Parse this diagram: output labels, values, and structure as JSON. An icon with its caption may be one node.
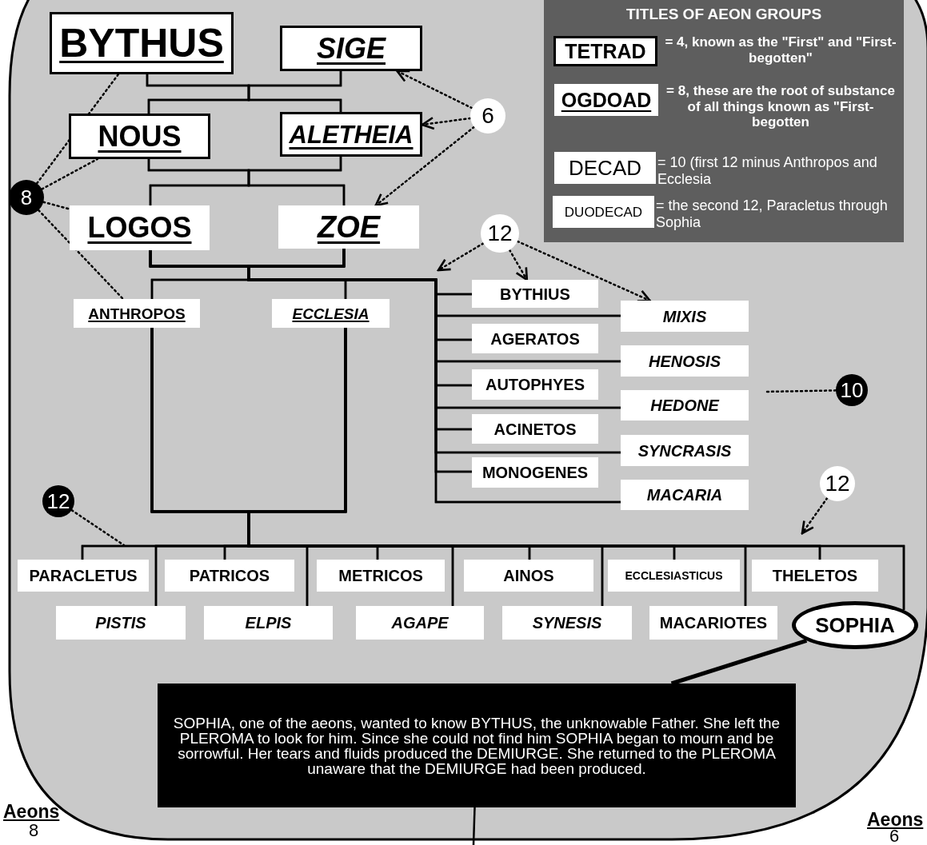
{
  "diagram": {
    "nodes": [
      {
        "text": [
          "BYTHUS"
        ]
      },
      {
        "text": [
          "SIGE"
        ]
      },
      {
        "text": [
          "NOUS"
        ]
      },
      {
        "text": [
          "ALETHEIA"
        ]
      },
      {
        "text": [
          "LOGOS"
        ]
      },
      {
        "text": [
          "ZOE"
        ]
      },
      {
        "text": [
          "ANTHROPOS"
        ]
      },
      {
        "text": [
          "ECCLESIA"
        ]
      },
      {
        "text": [
          "BYTHIUS"
        ]
      },
      {
        "text": [
          "MIXIS"
        ]
      },
      {
        "text": [
          "AGERATOS"
        ]
      },
      {
        "text": [
          "HENOSIS"
        ]
      },
      {
        "text": [
          "AUTOPHYES"
        ]
      },
      {
        "text": [
          "HEDONE"
        ]
      },
      {
        "text": [
          "ACINETOS"
        ]
      },
      {
        "text": [
          "SYNCRASIS"
        ]
      },
      {
        "text": [
          "MONOGENES"
        ]
      },
      {
        "text": [
          "MACARIA"
        ]
      },
      {
        "text": [
          "PARACLETUS"
        ]
      },
      {
        "text": [
          "PISTIS"
        ]
      },
      {
        "text": [
          "PATRICOS"
        ]
      },
      {
        "text": [
          "ELPIS"
        ]
      },
      {
        "text": [
          "METRICOS"
        ]
      },
      {
        "text": [
          "AGAPE"
        ]
      },
      {
        "text": [
          "AINOS"
        ]
      },
      {
        "text": [
          "SYNESIS"
        ]
      },
      {
        "text": [
          "ECCLESIASTICUS"
        ]
      },
      {
        "text": [
          "MACARIOTES"
        ]
      },
      {
        "text": [
          "THELETOS"
        ]
      },
      {
        "text": [
          "SOPHIA"
        ]
      },
      {
        "text": [
          "SOPHIA, one of the aeons, wanted to know BYTHUS, the unknowable Father. She left the PLEROMA to look for him. Since she could not find him SOPHIA began to mourn and be sorrowful. Her tears and fluids produced the DEMIURGE. She returned to the PLEROMA unaware that the DEMIURGE had been produced."
        ]
      },
      {
        "text": [
          "TITLES OF AEON GROUPS"
        ]
      },
      {
        "text": [
          "TETRAD"
        ],
        "in": 31,
        "beside": [
          "= 4, known as the \"First\" and \"First-begotten\""
        ]
      },
      {
        "text": [
          "OGDOAD"
        ],
        "in": 31,
        "beside": [
          "= 8, these are the root of substance of all things known as \"First-begotten"
        ]
      },
      {
        "text": [
          "DECAD"
        ],
        "in": 31,
        "beside": [
          "= 10 (first 12 minus Anthropos and Ecclesia"
        ]
      },
      {
        "text": [
          "DUODECAD"
        ],
        "in": 31,
        "beside": [
          "= the second 12, Paracletus through Sophia"
        ]
      },
      {
        "text": [
          "8"
        ]
      },
      {
        "text": [
          "6"
        ]
      },
      {
        "text": [
          "12"
        ]
      },
      {
        "text": [
          "10"
        ]
      },
      {
        "text": [
          "12"
        ]
      },
      {
        "text": [
          "12"
        ]
      }
    ],
    "edges": [
      {
        "from": 0,
        "to": 2,
        "arrow": "none"
      },
      {
        "from": 0,
        "to": 3,
        "arrow": "none"
      },
      {
        "from": 1,
        "to": 2,
        "arrow": "none"
      },
      {
        "from": 1,
        "to": 3,
        "arrow": "none"
      },
      {
        "from": 2,
        "to": 4,
        "arrow": "none"
      },
      {
        "from": 2,
        "to": 5,
        "arrow": "none"
      },
      {
        "from": 3,
        "to": 4,
        "arrow": "none"
      },
      {
        "from": 3,
        "to": 5,
        "arrow": "none"
      },
      {
        "from": 4,
        "to": 6,
        "arrow": "none"
      },
      {
        "from": 4,
        "to": 7,
        "arrow": "none"
      },
      {
        "from": 4,
        "to": 8,
        "arrow": "none"
      },
      {
        "from": 4,
        "to": 9,
        "arrow": "none"
      },
      {
        "from": 4,
        "to": 10,
        "arrow": "none"
      },
      {
        "from": 4,
        "to": 11,
        "arrow": "none"
      },
      {
        "from": 4,
        "to": 12,
        "arrow": "none"
      },
      {
        "from": 4,
        "to": 13,
        "arrow": "none"
      },
      {
        "from": 4,
        "to": 14,
        "arrow": "none"
      },
      {
        "from": 4,
        "to": 15,
        "arrow": "none"
      },
      {
        "from": 4,
        "to": 16,
        "arrow": "none"
      },
      {
        "from": 4,
        "to": 17,
        "arrow": "none"
      },
      {
        "from": 5,
        "to": 6,
        "arrow": "none"
      },
      {
        "from": 5,
        "to": 7,
        "arrow": "none"
      },
      {
        "from": 5,
        "to": 8,
        "arrow": "none"
      },
      {
        "from": 5,
        "to": 9,
        "arrow": "none"
      },
      {
        "from": 5,
        "to": 10,
        "arrow": "none"
      },
      {
        "from": 5,
        "to": 11,
        "arrow": "none"
      },
      {
        "from": 5,
        "to": 12,
        "arrow": "none"
      },
      {
        "from": 5,
        "to": 13,
        "arrow": "none"
      },
      {
        "from": 5,
        "to": 14,
        "arrow": "none"
      },
      {
        "from": 5,
        "to": 15,
        "arrow": "none"
      },
      {
        "from": 5,
        "to": 16,
        "arrow": "none"
      },
      {
        "from": 5,
        "to": 17,
        "arrow": "none"
      },
      {
        "from": 6,
        "to": 18,
        "arrow": "none"
      },
      {
        "from": 6,
        "to": 19,
        "arrow": "none"
      },
      {
        "from": 6,
        "to": 20,
        "arrow": "none"
      },
      {
        "from": 6,
        "to": 21,
        "arrow": "none"
      },
      {
        "from": 6,
        "to": 22,
        "arrow": "none"
      },
      {
        "from": 6,
        "to": 23,
        "arrow": "none"
      },
      {
        "from": 6,
        "to": 24,
        "arrow": "none"
      },
      {
        "from": 6,
        "to": 25,
        "arrow": "none"
      },
      {
        "from": 6,
        "to": 26,
        "arrow": "none"
      },
      {
        "from": 6,
        "to": 27,
        "arrow": "none"
      },
      {
        "from": 6,
        "to": 28,
        "arrow": "none"
      },
      {
        "from": 6,
        "to": 29,
        "arrow": "none"
      },
      {
        "from": 7,
        "to": 18,
        "arrow": "none"
      },
      {
        "from": 7,
        "to": 19,
        "arrow": "none"
      },
      {
        "from": 7,
        "to": 20,
        "arrow": "none"
      },
      {
        "from": 7,
        "to": 21,
        "arrow": "none"
      },
      {
        "from": 7,
        "to": 22,
        "arrow": "none"
      },
      {
        "from": 7,
        "to": 23,
        "arrow": "none"
      },
      {
        "from": 7,
        "to": 24,
        "arrow": "none"
      },
      {
        "from": 7,
        "to": 25,
        "arrow": "none"
      },
      {
        "from": 7,
        "to": 26,
        "arrow": "none"
      },
      {
        "from": 7,
        "to": 27,
        "arrow": "none"
      },
      {
        "from": 7,
        "to": 28,
        "arrow": "none"
      },
      {
        "from": 7,
        "to": 29,
        "arrow": "none"
      },
      {
        "from": 36,
        "to": 0,
        "arrow": "none",
        "style": "dashed"
      },
      {
        "from": 36,
        "to": 2,
        "arrow": "none",
        "style": "dashed"
      },
      {
        "from": 36,
        "to": 4,
        "arrow": "none",
        "style": "dashed"
      },
      {
        "from": 36,
        "to": 6,
        "arrow": "none",
        "style": "dashed"
      },
      {
        "from": 37,
        "to": 1,
        "arrow": "to",
        "style": "dashed"
      },
      {
        "from": 37,
        "to": 3,
        "arrow": "to",
        "style": "dashed"
      },
      {
        "from": 37,
        "to": 5,
        "arrow": "to",
        "style": "dashed"
      },
      {
        "from": 38,
        "to": null,
        "arrow": "to",
        "style": "dashed"
      },
      {
        "from": 38,
        "to": 8,
        "arrow": "to",
        "style": "dashed"
      },
      {
        "from": 38,
        "to": 9,
        "arrow": "to",
        "style": "dashed"
      },
      {
        "from": 39,
        "to": null,
        "arrow": "none",
        "style": "dashed"
      },
      {
        "from": 40,
        "to": null,
        "arrow": "none",
        "style": "dashed"
      },
      {
        "from": 41,
        "to": null,
        "arrow": "to",
        "style": "dashed"
      },
      {
        "from": 29,
        "to": 30,
        "arrow": "none",
        "style": "thick"
      },
      {
        "from": 30,
        "to": null,
        "arrow": "none"
      }
    ],
    "labels": [
      "Aeons",
      "8",
      "Aeons",
      "6"
    ]
  }
}
